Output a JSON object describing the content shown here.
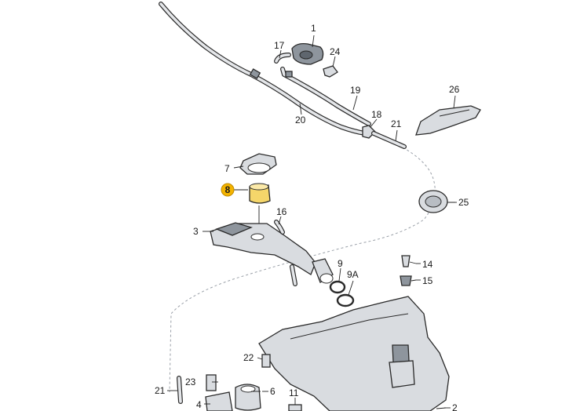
{
  "diagram": {
    "highlight_color": "#f4b400",
    "labels": {
      "p1": "1",
      "p2": "2",
      "p3": "3",
      "p4": "4",
      "p6": "6",
      "p7": "7",
      "p8": "8",
      "p9": "9",
      "p9a": "9A",
      "p11": "11",
      "p14": "14",
      "p15": "15",
      "p16": "16",
      "p17": "17",
      "p18": "18",
      "p19": "19",
      "p20": "20",
      "p21a": "21",
      "p21b": "21",
      "p22": "22",
      "p23": "23",
      "p24": "24",
      "p25": "25",
      "p26": "26"
    }
  }
}
